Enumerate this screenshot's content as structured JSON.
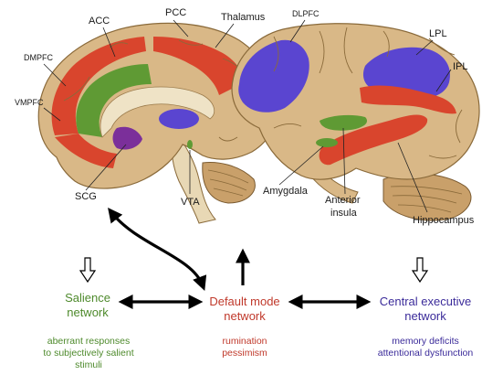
{
  "brain_labels": {
    "acc": "ACC",
    "pcc": "PCC",
    "thalamus": "Thalamus",
    "dlpfc": "DLPFC",
    "dmpfc": "DMPFC",
    "lpl": "LPL",
    "ipl": "IPL",
    "vmpfc": "VMPFC",
    "scg": "SCG",
    "vta": "VTA",
    "amygdala": "Amygdala",
    "anterior_insula_1": "Anterior",
    "anterior_insula_2": "insula",
    "hippocampus": "Hippocampus"
  },
  "networks": {
    "salience": {
      "line1": "Salience",
      "line2": "network",
      "color": "#4e8a2c"
    },
    "default_mode": {
      "line1": "Default mode",
      "line2": "network",
      "color": "#c0392b"
    },
    "central_executive": {
      "line1": "Central executive",
      "line2": "network",
      "color": "#3b2b9a"
    }
  },
  "symptoms": {
    "salience": [
      "aberrant responses",
      "to subjectively salient",
      "stimuli"
    ],
    "default_mode": [
      "rumination",
      "pessimism"
    ],
    "central_executive": [
      "memory deficits",
      "attentional dysfunction"
    ]
  },
  "colors": {
    "brain": "#d9b887",
    "brain_dark": "#b08a55",
    "red": "#d9452d",
    "green": "#5f9a34",
    "blue": "#5a45d0",
    "purple": "#7b2f9a"
  }
}
